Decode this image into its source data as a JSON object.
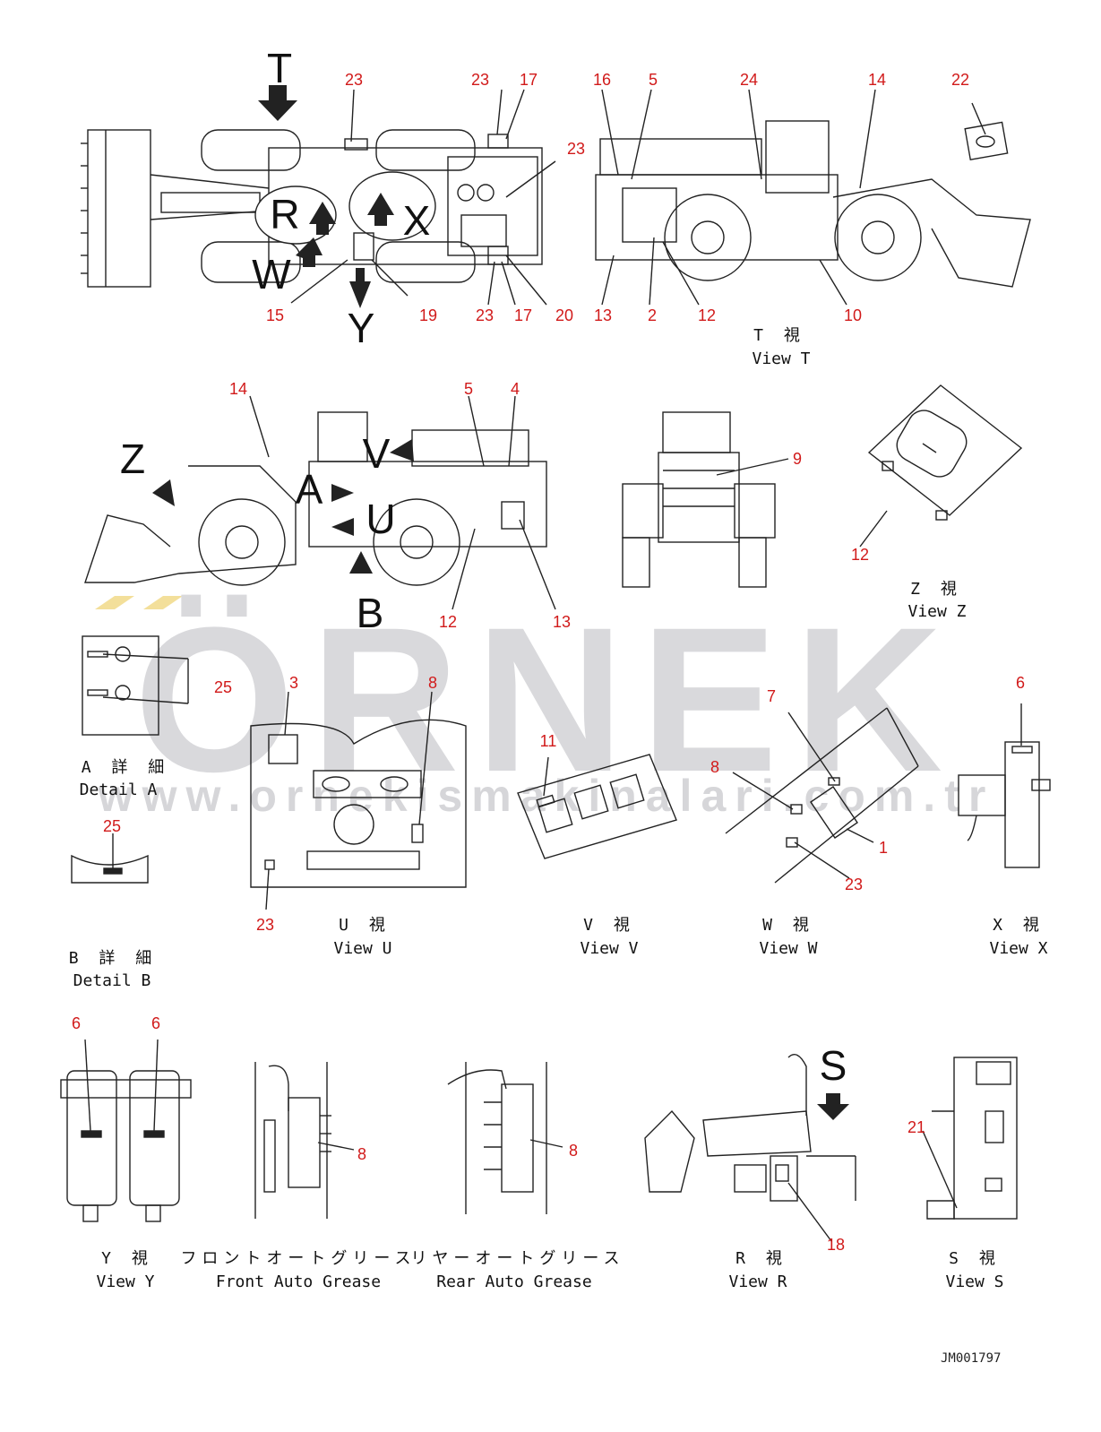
{
  "watermark": {
    "brand": "ÖRNEK",
    "url": "www.ornekismakinalari.com.tr"
  },
  "document_id": "JM001797",
  "view_letters": {
    "T": "T",
    "Y": "Y",
    "R": "R",
    "W": "W",
    "X": "X",
    "Z": "Z",
    "A": "A",
    "V": "V",
    "U": "U",
    "B": "B",
    "S": "S"
  },
  "captions": {
    "view_t": {
      "jp": "T 視",
      "en": "View T"
    },
    "view_z": {
      "jp": "Z 視",
      "en": "View Z"
    },
    "detail_a": {
      "jp": "A 詳 細",
      "en": "Detail A"
    },
    "detail_b": {
      "jp": "B 詳 細",
      "en": "Detail B"
    },
    "view_u": {
      "jp": "U 視",
      "en": "View U"
    },
    "view_v": {
      "jp": "V 視",
      "en": "View V"
    },
    "view_w": {
      "jp": "W 視",
      "en": "View W"
    },
    "view_x": {
      "jp": "X 視",
      "en": "View X"
    },
    "view_y": {
      "jp": "Y 視",
      "en": "View Y"
    },
    "front_grease": {
      "jp": "フロントオートグリース",
      "en": "Front Auto Grease"
    },
    "rear_grease": {
      "jp": "リヤーオートグリース",
      "en": "Rear Auto Grease"
    },
    "view_r": {
      "jp": "R 視",
      "en": "View R"
    },
    "view_s": {
      "jp": "S 視",
      "en": "View S"
    }
  },
  "callouts": {
    "top_23a": "23",
    "top_23b": "23",
    "top_17a": "17",
    "top_23c": "23",
    "top_15": "15",
    "top_19": "19",
    "top_23d": "23",
    "top_17b": "17",
    "top_20": "20",
    "t_16": "16",
    "t_5": "5",
    "t_24": "24",
    "t_14": "14",
    "t_22": "22",
    "t_13": "13",
    "t_2": "2",
    "t_12": "12",
    "t_10": "10",
    "side_14": "14",
    "side_5": "5",
    "side_4": "4",
    "side_12": "12",
    "side_13": "13",
    "rear_9": "9",
    "z_12": "12",
    "a_25": "25",
    "b_25": "25",
    "u_3": "3",
    "u_8": "8",
    "u_23": "23",
    "v_11": "11",
    "w_7": "7",
    "w_8": "8",
    "w_1": "1",
    "w_23": "23",
    "x_6": "6",
    "y_6a": "6",
    "y_6b": "6",
    "fg_8": "8",
    "rg_8": "8",
    "r_18": "18",
    "s_21": "21"
  }
}
